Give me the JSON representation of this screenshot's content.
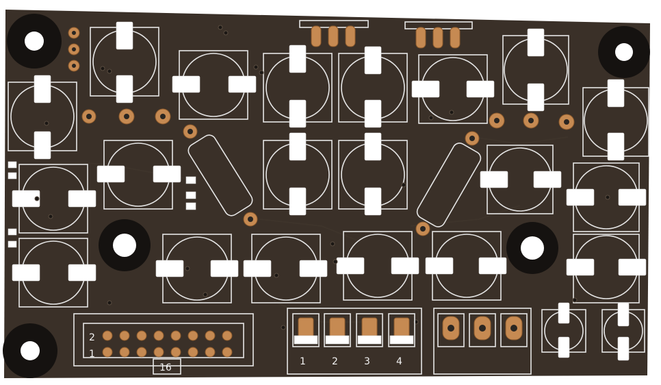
{
  "board": {
    "colors": {
      "substrate": "#3a3028",
      "silkscreen": "#e6e6e6",
      "copper": "#c68a52",
      "pad": "#ffffff"
    }
  },
  "header_connector": {
    "pin_row_top_label": "2",
    "pin_row_bottom_label": "1",
    "pin_count_label": "16"
  },
  "terminal_block": {
    "labels": [
      "1",
      "2",
      "3",
      "4"
    ]
  }
}
